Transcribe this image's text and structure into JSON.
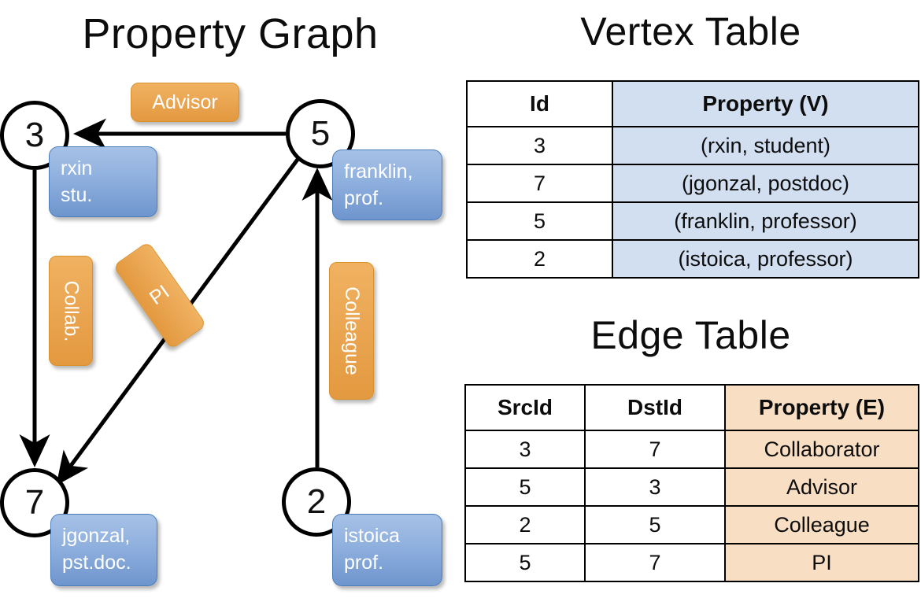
{
  "titles": {
    "property_graph": "Property Graph",
    "vertex_table": "Vertex Table",
    "edge_table": "Edge Table"
  },
  "graph": {
    "nodes": [
      {
        "id": "3",
        "property": "rxin\nstu."
      },
      {
        "id": "5",
        "property": "franklin,\nprof."
      },
      {
        "id": "7",
        "property": "jgonzal,\npst.doc."
      },
      {
        "id": "2",
        "property": "istoica\nprof."
      }
    ],
    "edge_labels": [
      {
        "name": "advisor",
        "text": "Advisor"
      },
      {
        "name": "collab",
        "text": "Collab."
      },
      {
        "name": "pi",
        "text": "PI"
      },
      {
        "name": "colleague",
        "text": "Colleague"
      }
    ],
    "edges": [
      {
        "src": "5",
        "dst": "3",
        "label": "Advisor"
      },
      {
        "src": "3",
        "dst": "7",
        "label": "Collab."
      },
      {
        "src": "5",
        "dst": "7",
        "label": "PI"
      },
      {
        "src": "2",
        "dst": "5",
        "label": "Colleague"
      }
    ]
  },
  "vertex_table": {
    "headers": [
      "Id",
      "Property (V)"
    ],
    "rows": [
      {
        "id": "3",
        "property": "(rxin, student)"
      },
      {
        "id": "7",
        "property": "(jgonzal, postdoc)"
      },
      {
        "id": "5",
        "property": "(franklin, professor)"
      },
      {
        "id": "2",
        "property": "(istoica, professor)"
      }
    ]
  },
  "edge_table": {
    "headers": [
      "SrcId",
      "DstId",
      "Property (E)"
    ],
    "rows": [
      {
        "src": "3",
        "dst": "7",
        "property": "Collaborator"
      },
      {
        "src": "5",
        "dst": "3",
        "property": "Advisor"
      },
      {
        "src": "2",
        "dst": "5",
        "property": "Colleague"
      },
      {
        "src": "5",
        "dst": "7",
        "property": "PI"
      }
    ]
  },
  "colors": {
    "vertex_property_fill": "#d2dff0",
    "edge_property_fill": "#f8dfc4",
    "node_box_blue": "#8fb0de",
    "edge_label_orange": "#eaa551",
    "stroke": "#000000"
  }
}
